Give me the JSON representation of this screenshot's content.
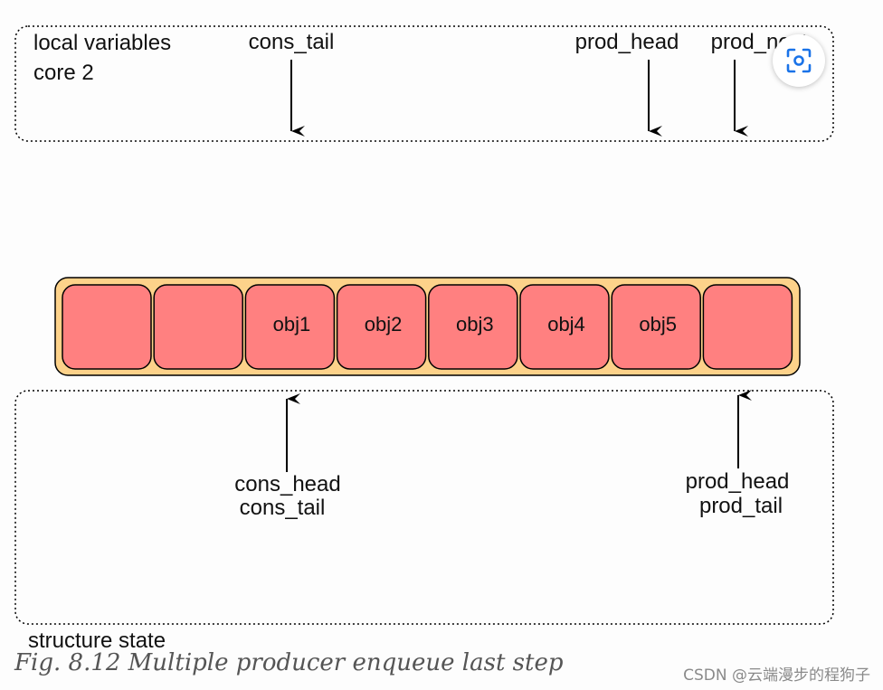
{
  "local_box": {
    "title_line1": "local variables",
    "title_line2": "core 2",
    "pointers": {
      "cons_tail": "cons_tail",
      "prod_head": "prod_head",
      "prod_next": "prod_next"
    }
  },
  "ring": {
    "slots": [
      "",
      "",
      "obj1",
      "obj2",
      "obj3",
      "obj4",
      "obj5",
      ""
    ]
  },
  "structure_box": {
    "cons_head": "cons_head",
    "cons_tail": "cons_tail",
    "prod_head": "prod_head",
    "prod_tail": "prod_tail",
    "title": "structure state"
  },
  "caption": "Fig. 8.12 Multiple producer enqueue last step",
  "watermark": "CSDN @云端漫步的程狗子",
  "colors": {
    "ring_bg": "#fdd28a",
    "slot_fill": "#ff8080",
    "stroke": "#000000",
    "lens_blue": "#1a73e8"
  },
  "icons": {
    "lens": "image-search-icon"
  }
}
